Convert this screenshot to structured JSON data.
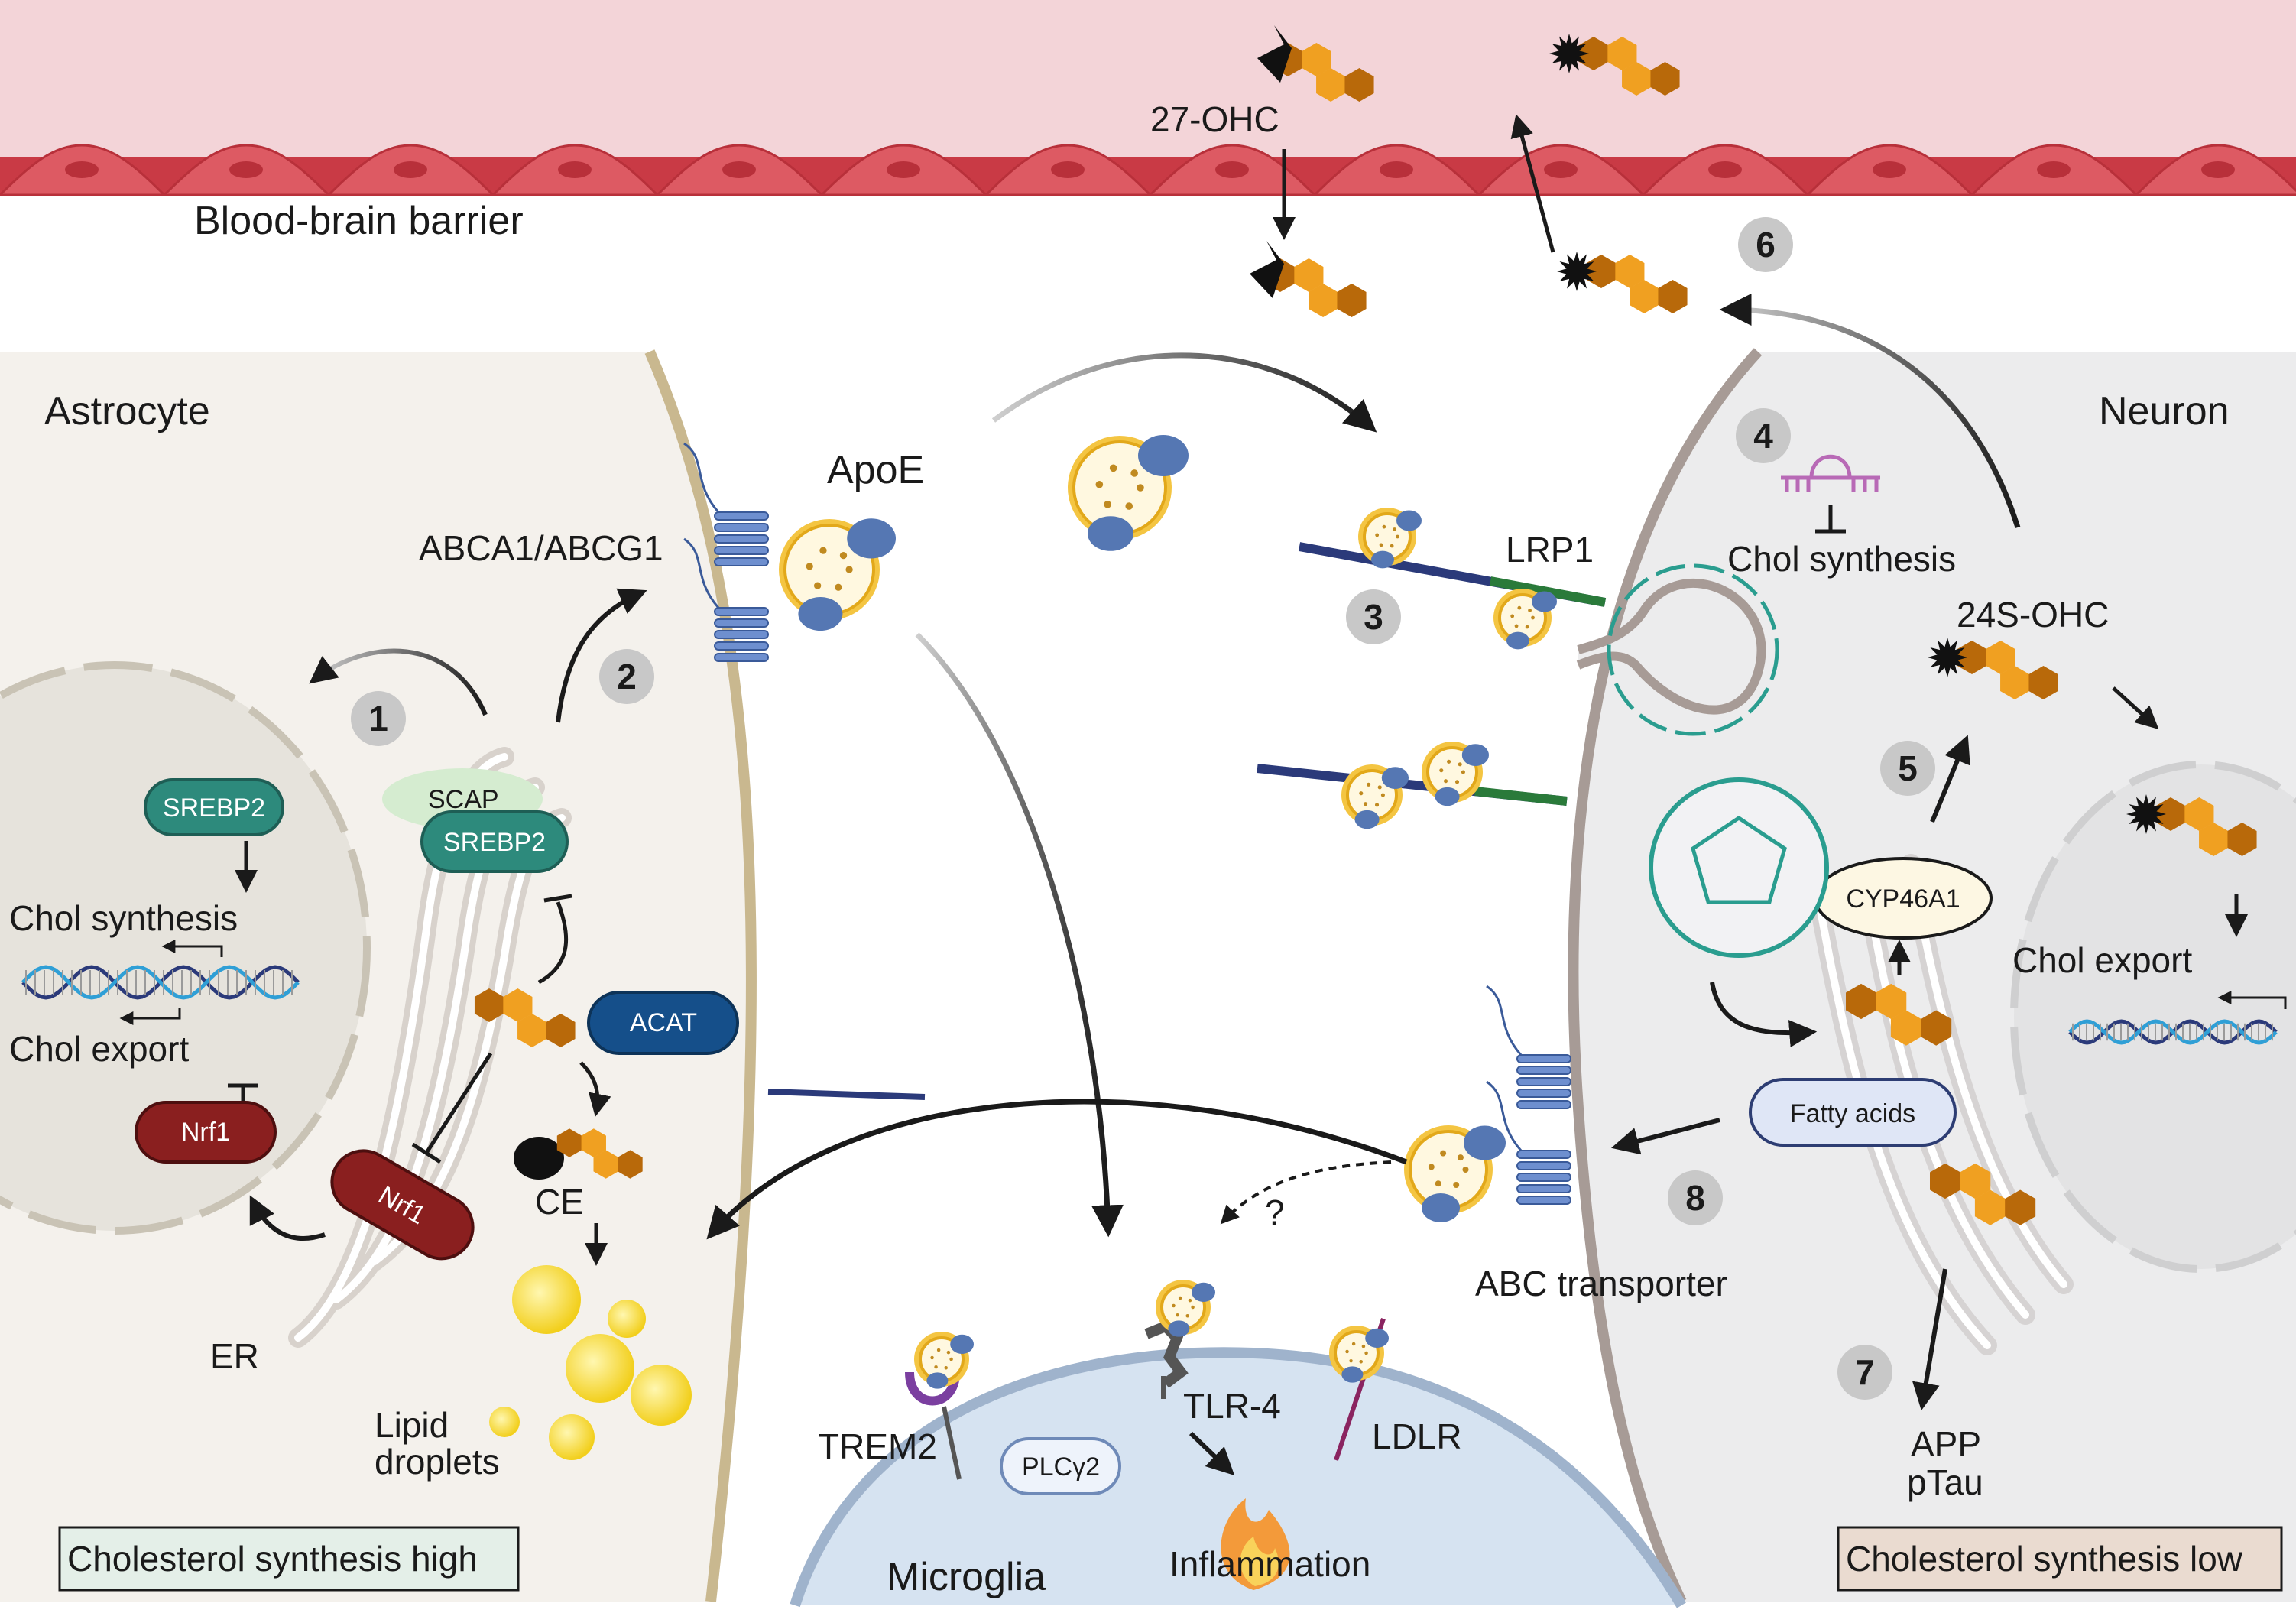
{
  "barrier": {
    "label": "Blood-brain barrier"
  },
  "cells": {
    "astrocyte": "Astrocyte",
    "neuron": "Neuron",
    "microglia": "Microglia"
  },
  "oxysterols": {
    "ohc27": "27-OHC",
    "ohc24": "24S-OHC"
  },
  "steps": [
    "1",
    "2",
    "3",
    "4",
    "5",
    "6",
    "7",
    "8"
  ],
  "astrocyte": {
    "srebp2_nucleus": "SREBP2",
    "chol_synthesis": "Chol synthesis",
    "chol_export": "Chol export",
    "nrf1_nucleus": "Nrf1",
    "scap": "SCAP",
    "srebp2_er": "SREBP2",
    "acat": "ACAT",
    "nrf1_er": "Nrf1",
    "ce": "CE",
    "er": "ER",
    "lipid_droplets": "Lipid\ndroplets",
    "abca": "ABCA1/ABCG1",
    "status": "Cholesterol synthesis high"
  },
  "center": {
    "apoe": "ApoE",
    "lrp1": "LRP1",
    "question": "?"
  },
  "microglia": {
    "trem2": "TREM2",
    "plcg2": "PLCγ2",
    "tlr4": "TLR-4",
    "ldlr": "LDLR",
    "inflammation": "Inflammation"
  },
  "neuron": {
    "chol_synthesis": "Chol synthesis",
    "cyp46a1": "CYP46A1",
    "chol_export": "Chol export",
    "fatty_acids": "Fatty acids",
    "abc_transporter": "ABC transporter",
    "app": "APP",
    "ptau": "pTau",
    "status": "Cholesterol synthesis low"
  },
  "colors": {
    "barrier_bg": "#f3d4d8",
    "endothelium": "#dd5a63",
    "astro_bg": "#f4f1ec",
    "neuron_bg": "#ececed",
    "microglia_bg": "#d6e3f1",
    "teal_pill": "#2d8a7c",
    "nrf1_pill": "#8a1f1f",
    "acat_pill": "#154f8a",
    "cholesterol_dark": "#b8690a",
    "cholesterol_light": "#f0a021",
    "apoe_blue": "#5577b3",
    "lipid_yellow": "#f6d93a"
  }
}
